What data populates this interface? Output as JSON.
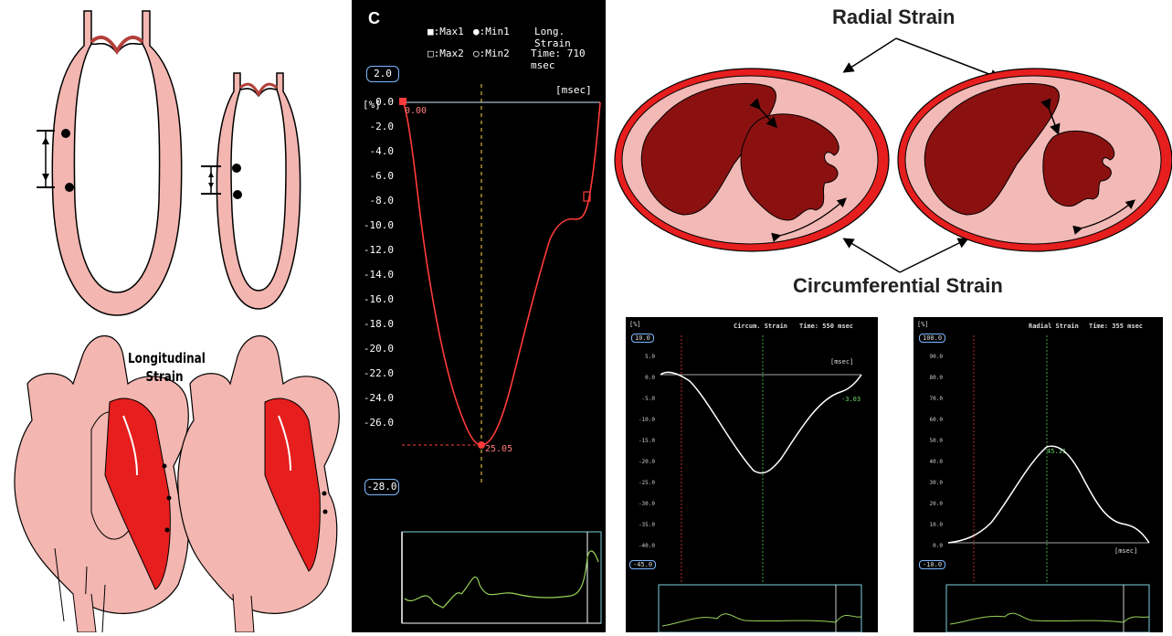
{
  "left": {
    "longitudinal_label_line1": "Longitudinal",
    "longitudinal_label_line2": "Strain"
  },
  "center": {
    "panel_letter": "C",
    "legend": {
      "max1": "■:Max1",
      "min1": "●:Min1",
      "max2": "□:Max2",
      "min2": "○:Min2"
    },
    "mode": "Long. Strain",
    "time": "Time: 710 msec",
    "unit_y": "[%]",
    "unit_x": "[msec]",
    "ytop_box": "2.0",
    "ybottom_box": "-28.0",
    "start_value": "0.00",
    "min_value": "25.05",
    "yticks": [
      "0.0",
      "-2.0",
      "-4.0",
      "-6.0",
      "-8.0",
      "-10.0",
      "-12.0",
      "-14.0",
      "-16.0",
      "-18.0",
      "-20.0",
      "-22.0",
      "-24.0",
      "-26.0"
    ],
    "colors": {
      "curve": "#ff3b3b",
      "cursor": "#ffd84a",
      "baseline": "#cfe6ff",
      "ecg": "#9ad35a"
    }
  },
  "right": {
    "radial_title": "Radial Strain",
    "circ_title": "Circumferential Strain",
    "colors": {
      "myocardium": "#8b1111",
      "outer": "#e61e1e",
      "wall": "#f2b9b6"
    },
    "circ_chart": {
      "unit_y": "[%]",
      "mode": "Circum. Strain",
      "time": "Time: 550 msec",
      "unit_x": "[msec]",
      "ytop_box": "10.0",
      "ybottom_box": "-45.0",
      "end_value": "-3.03",
      "yticks": [
        "5.0",
        "0.0",
        "-5.0",
        "-10.0",
        "-15.0",
        "-20.0",
        "-25.0",
        "-30.0",
        "-35.0",
        "-40.0"
      ]
    },
    "radial_chart": {
      "unit_y": "[%]",
      "mode": "Radial Strain",
      "time": "Time: 355 msec",
      "unit_x": "[msec]",
      "ytop_box": "100.0",
      "ybottom_box": "-10.0",
      "peak_value": "45.31",
      "yticks": [
        "90.0",
        "80.0",
        "70.0",
        "60.0",
        "50.0",
        "40.0",
        "30.0",
        "20.0",
        "10.0",
        "0.0"
      ]
    }
  }
}
